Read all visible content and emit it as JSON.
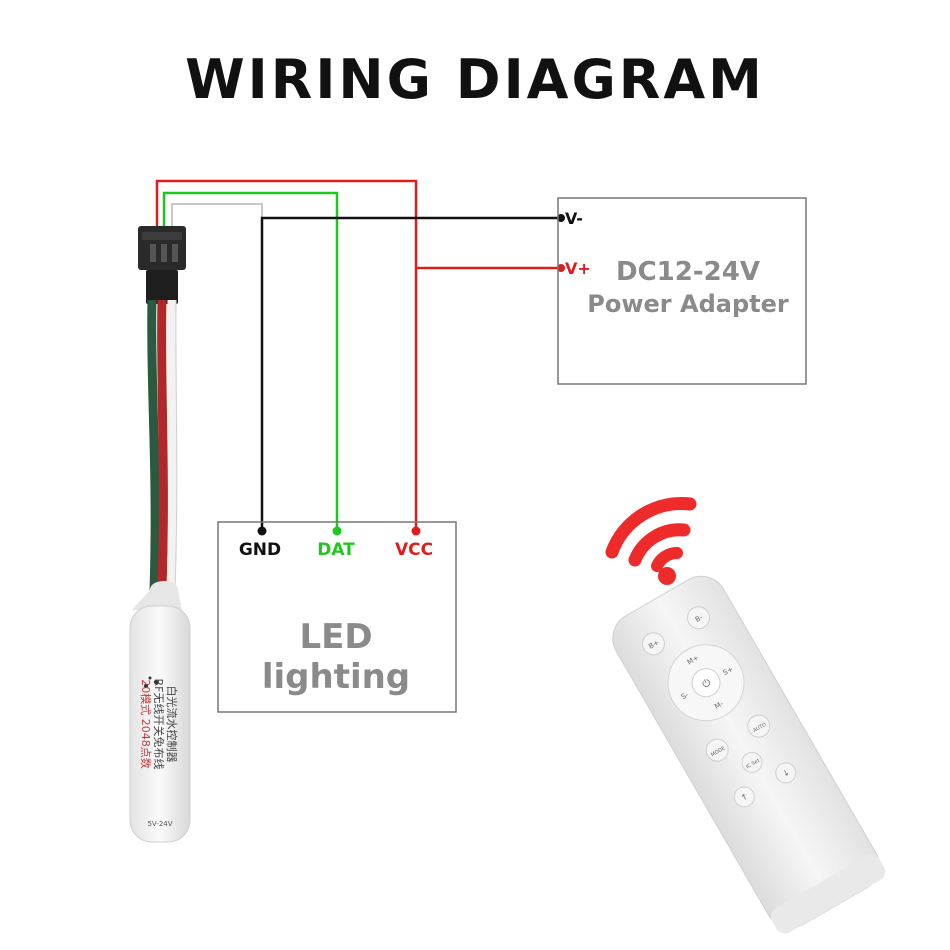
{
  "title": "WIRING DIAGRAM",
  "power_adapter": {
    "v_minus_label": "V-",
    "v_plus_label": "V+",
    "line1": "DC12-24V",
    "line2": "Power Adapter"
  },
  "led": {
    "gnd_label": "GND",
    "dat_label": "DAT",
    "vcc_label": "VCC",
    "line1": "LED",
    "line2": "lighting"
  },
  "controller": {
    "text_line1": "白光流水控制器",
    "text_line2": "RF无线开关免布线",
    "text_line3": "20模式 2048点数",
    "voltage_label": "5V-24V"
  },
  "remote": {
    "buttons": {
      "b_plus": "B+",
      "b_minus": "B-",
      "m_plus": "M+",
      "m_minus": "M-",
      "s_plus": "S+",
      "s_minus": "S-",
      "mode": "MODE",
      "auto": "AUTO",
      "ic_set": "IC Set"
    }
  },
  "colors": {
    "wire_red": "#e01d1d",
    "wire_green": "#1ec81e",
    "wire_black": "#111111",
    "wire_white": "#d6d6d6",
    "box_border": "#777777",
    "box_text": "#8a8a8a",
    "dat_text": "#1ec81e",
    "vcc_text": "#e01d1d",
    "v_plus_text": "#e01d1d",
    "signal_icon": "#ee2a2a"
  }
}
